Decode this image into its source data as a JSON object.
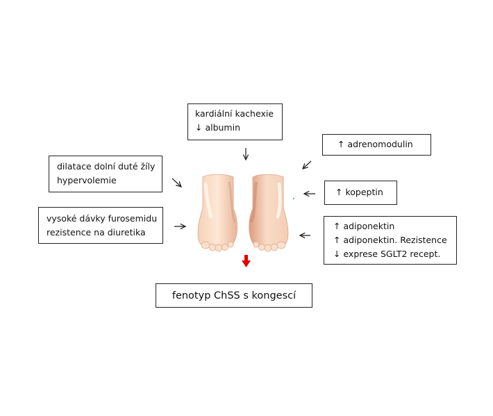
{
  "boxes": {
    "kachexie": [
      "kardiální kachexie",
      "↓ albumin"
    ],
    "adrenomodulin": [
      "↑ adrenomodulin"
    ],
    "dilatace": [
      "dilatace dolní duté žíly",
      "hypervolemie"
    ],
    "kopeptin": [
      "↑ kopeptin"
    ],
    "furosemid": [
      "vysoké dávky furosemidu",
      "rezistence na diuretika"
    ],
    "adiponektin": [
      "↑ adiponektin",
      "↑ adiponektin. Rezistence",
      "↓ exprese SGLT2 recept."
    ]
  },
  "result": "fenotyp ChSS s kongescí",
  "colors": {
    "arrow": "#222222",
    "down_arrow": "#e00000",
    "skin_light": "#fbe3cf",
    "skin_shade": "#e9b79a",
    "skin_dark": "#d9957a"
  },
  "icons": {
    "feet": "swollen-feet-illustration",
    "result_arrow": "red-down-arrow-icon"
  }
}
